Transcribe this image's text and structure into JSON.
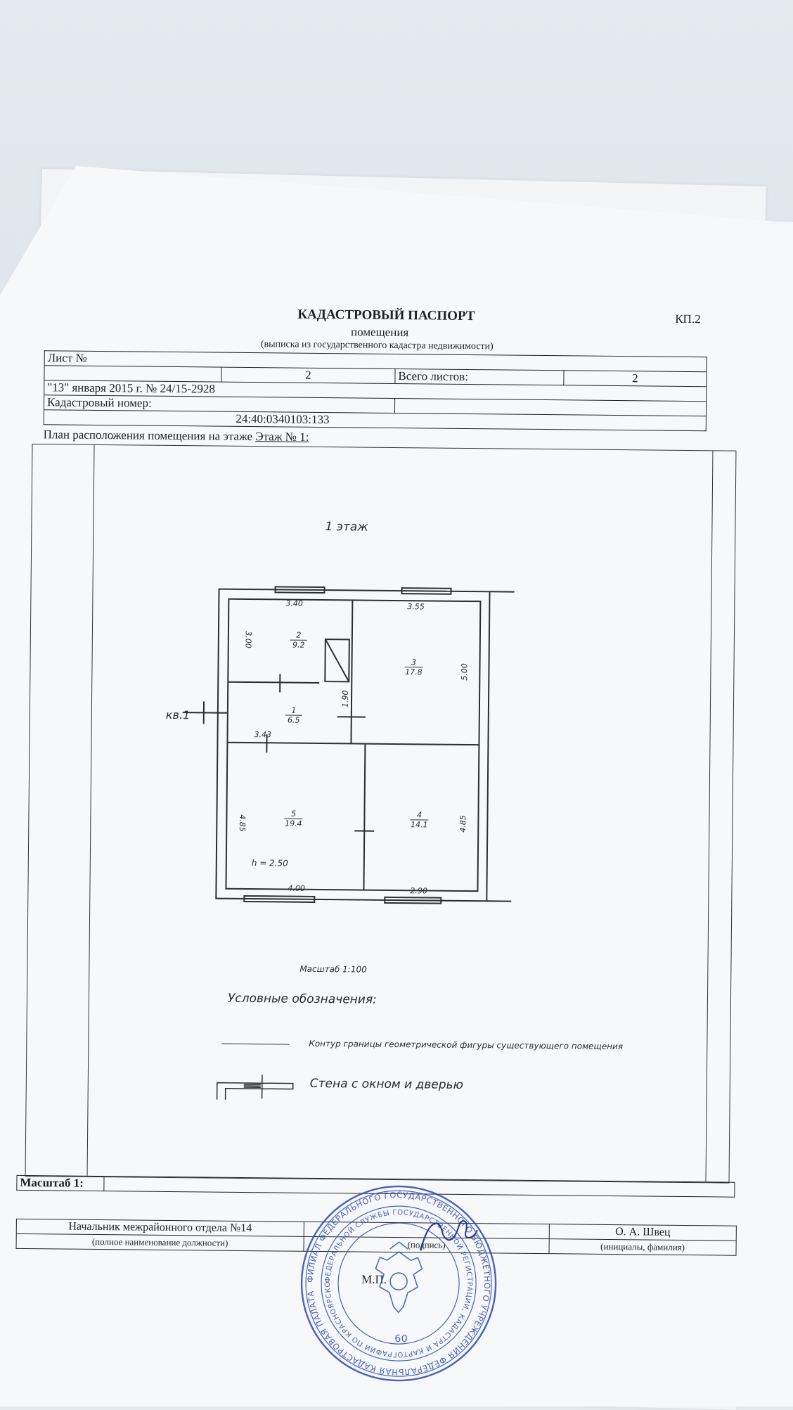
{
  "header": {
    "title": "КАДАСТРОВЫЙ ПАСПОРТ",
    "subtitle": "помещения",
    "extract_note": "(выписка из государственного кадастра недвижимости)",
    "form_code": "КП.2"
  },
  "sheet_table": {
    "sheet_label": "Лист №",
    "sheet_value": "2",
    "total_label": "Всего листов:",
    "total_value": "2",
    "date_line": "\"13\" января 2015 г. № 24/15-2928",
    "cadastral_label": "Кадастровый номер:",
    "cadastral_value": "24:40:0340103:133"
  },
  "plan": {
    "heading_prefix": "План расположения помещения на этаже",
    "floor_link": "Этаж № 1:",
    "floor_title": "1 этаж",
    "apartment_label": "кв.1",
    "height_label": "h = 2.50",
    "scale_label": "Масштаб 1:100",
    "rooms": [
      {
        "num": "1",
        "area": "6.5"
      },
      {
        "num": "2",
        "area": "9.2"
      },
      {
        "num": "3",
        "area": "17.8"
      },
      {
        "num": "4",
        "area": "14.1"
      },
      {
        "num": "5",
        "area": "19.4"
      }
    ],
    "dimensions": {
      "top_left": "3.40",
      "top_right": "3.55",
      "room2_left": "3.00",
      "room3_right": "5.00",
      "room1_right": "1.90",
      "room1_bottom": "3.43",
      "room5_left": "4.85",
      "room4_right": "4.85",
      "bottom_left": "4.00",
      "bottom_right": "2.90"
    },
    "legend_title": "Условные обозначения:",
    "legend_contour": "Контур границы геометрической фигуры существующего помещения",
    "legend_wall": "Стена с окном и дверью"
  },
  "footer": {
    "scale_label": "Масштаб 1:",
    "position": "Начальник межрайонного отдела №14",
    "position_caption": "(полное наименование должности)",
    "signature_caption": "(подпись)",
    "name": "О. А. Швец",
    "name_caption": "(инициалы, фамилия)",
    "seal_place": "М.П."
  },
  "stamp": {
    "outer_text": "ФИЛИАЛ ФЕДЕРАЛЬНОГО ГОСУДАРСТВЕННОГО БЮДЖЕТНОГО УЧРЕЖДЕНИЯ ФЕДЕРАЛЬНАЯ КАДАСТРОВАЯ ПАЛАТА",
    "inner_text": "ФЕДЕРАЛЬНОЙ СЛУЖБЫ ГОСУДАРСТВЕННОЙ РЕГИСТРАЦИИ, КАДАСТРА И КАРТОГРАФИИ ПО КРАСНОЯРСКОМУ КРАЮ",
    "number": "60",
    "color": "#2b46b8"
  }
}
